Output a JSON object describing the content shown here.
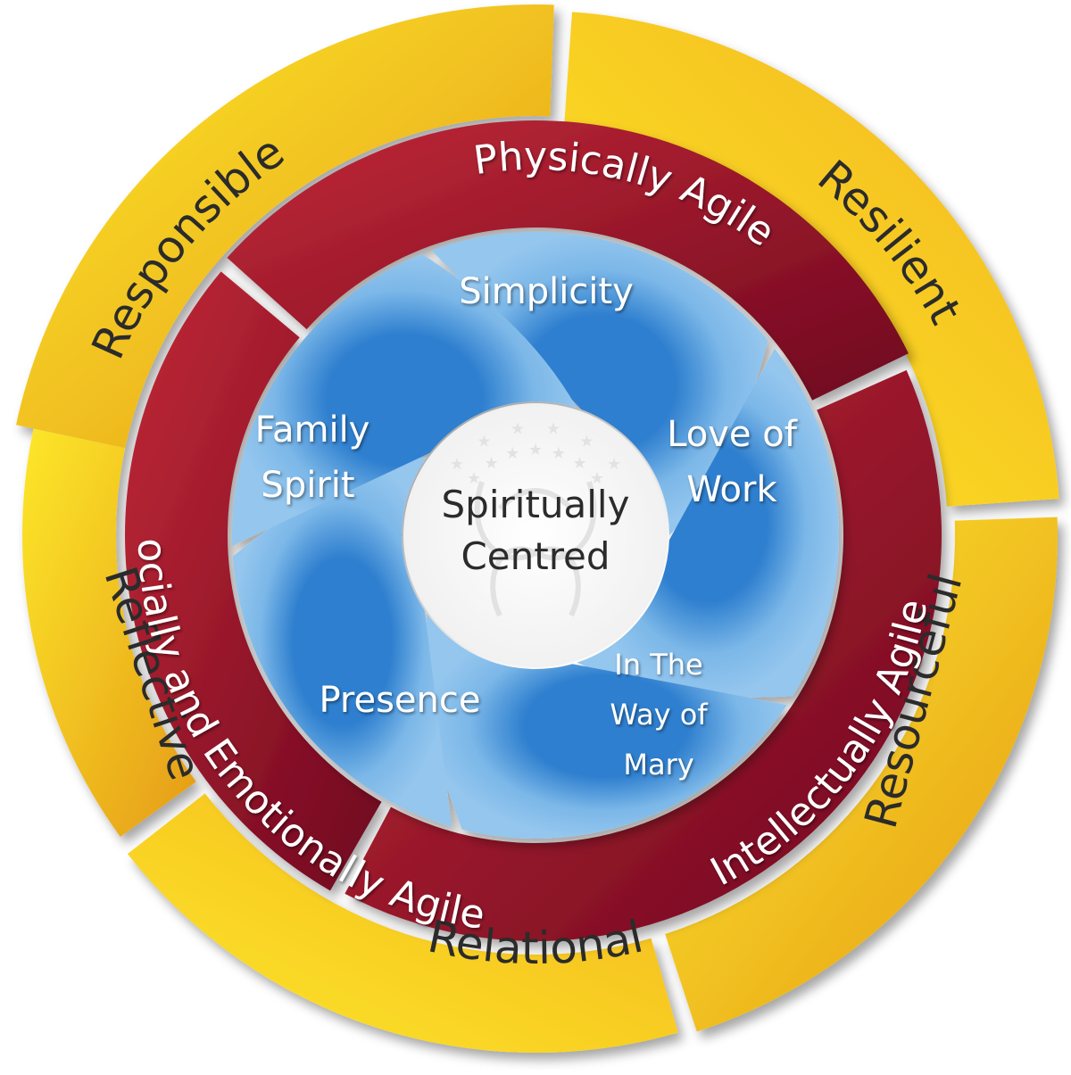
{
  "outer_ring": {
    "color_light": "#fbe21c",
    "color_dark": "#e6a21a",
    "items": [
      {
        "id": "responsible",
        "label": "Responsible"
      },
      {
        "id": "resilient",
        "label": "Resilient"
      },
      {
        "id": "resourceful",
        "label": "Resourceful"
      },
      {
        "id": "relational",
        "label": "Relational"
      },
      {
        "id": "reflective",
        "label": "Reflective"
      }
    ]
  },
  "middle_ring": {
    "color_light": "#b3202f",
    "color_dark": "#7a0a23",
    "items": [
      {
        "id": "physically-agile",
        "label": "Physically Agile"
      },
      {
        "id": "socially-emotionally-agile",
        "label": "Socially and Emotionally Agile"
      },
      {
        "id": "intellectually-agile",
        "label": "Intellectually Agile"
      }
    ]
  },
  "inner_ring": {
    "color_light": "#8fc3ec",
    "color_dark": "#3a8cd6",
    "items": [
      {
        "id": "simplicity",
        "label": "Simplicity"
      },
      {
        "id": "love-of-work",
        "line1": "Love of",
        "line2": "Work"
      },
      {
        "id": "way-of-mary",
        "line1": "In The",
        "line2": "Way of",
        "line3": "Mary"
      },
      {
        "id": "presence",
        "label": "Presence"
      },
      {
        "id": "family-spirit",
        "line1": "Family",
        "line2": "Spirit"
      }
    ]
  },
  "core": {
    "line1": "Spiritually",
    "line2": "Centred",
    "color": "#ffffff"
  }
}
